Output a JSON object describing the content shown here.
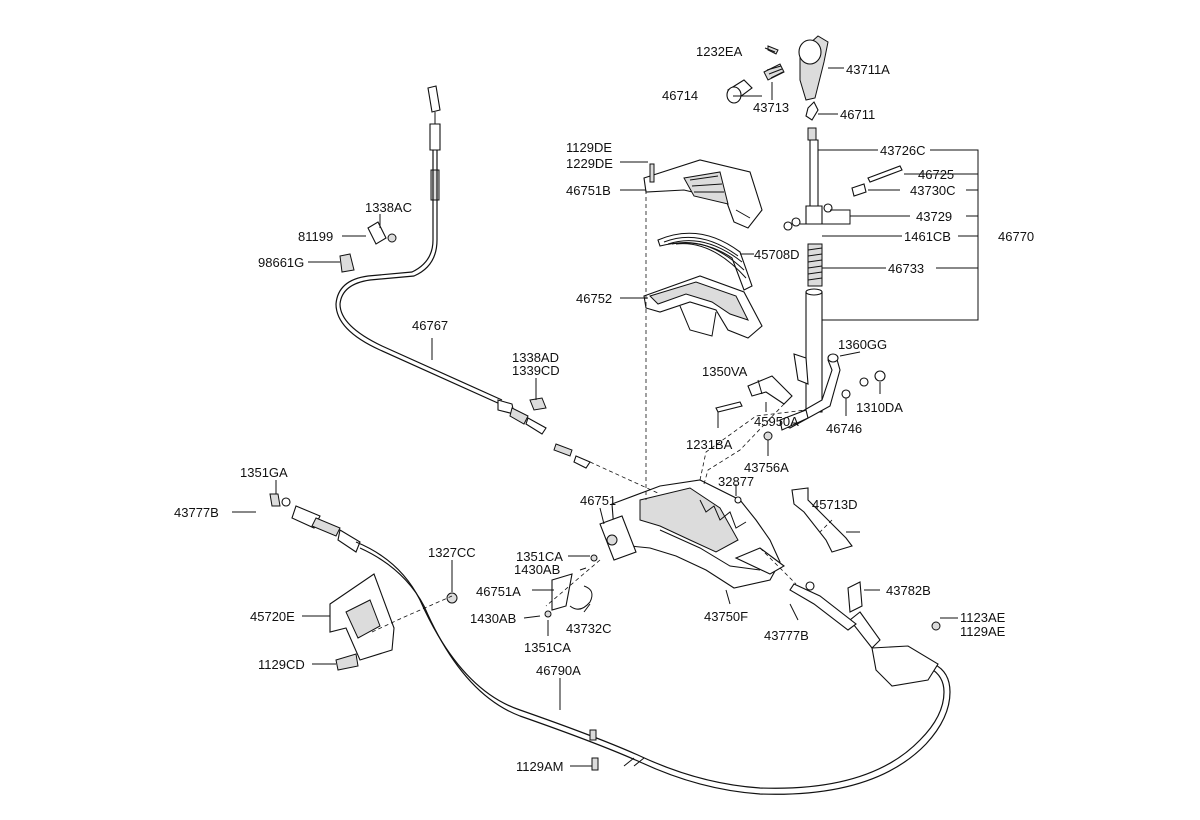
{
  "labels": {
    "l_1232EA": "1232EA",
    "l_43711A": "43711A",
    "l_46714": "46714",
    "l_43713": "43713",
    "l_46711": "46711",
    "l_1129DE": "1129DE",
    "l_1229DE": "1229DE",
    "l_46751B": "46751B",
    "l_43726C": "43726C",
    "l_46725": "46725",
    "l_43730C": "43730C",
    "l_43729": "43729",
    "l_1461CB": "1461CB",
    "l_46770": "46770",
    "l_45708D": "45708D",
    "l_46733": "46733",
    "l_46752": "46752",
    "l_1338AC": "1338AC",
    "l_81199": "81199",
    "l_98661G": "98661G",
    "l_46767": "46767",
    "l_1338AD": "1338AD",
    "l_1339CD": "1339CD",
    "l_1360GG": "1360GG",
    "l_1350VA": "1350VA",
    "l_1310DA": "1310DA",
    "l_45950A": "45950A",
    "l_46746": "46746",
    "l_1231BA": "1231BA",
    "l_43756A": "43756A",
    "l_1351GA": "1351GA",
    "l_32877": "32877",
    "l_46751": "46751",
    "l_45713D": "45713D",
    "l_43777B_left": "43777B",
    "l_1327CC": "1327CC",
    "l_1351CA_top": "1351CA",
    "l_1430AB_top": "1430AB",
    "l_46751A": "46751A",
    "l_43782B": "43782B",
    "l_45720E": "45720E",
    "l_1430AB_bot": "1430AB",
    "l_43732C": "43732C",
    "l_43750F": "43750F",
    "l_1123AE": "1123AE",
    "l_1129AE": "1129AE",
    "l_43777B_right": "43777B",
    "l_1351CA_bot": "1351CA",
    "l_1129CD": "1129CD",
    "l_46790A": "46790A",
    "l_1129AM": "1129AM"
  }
}
